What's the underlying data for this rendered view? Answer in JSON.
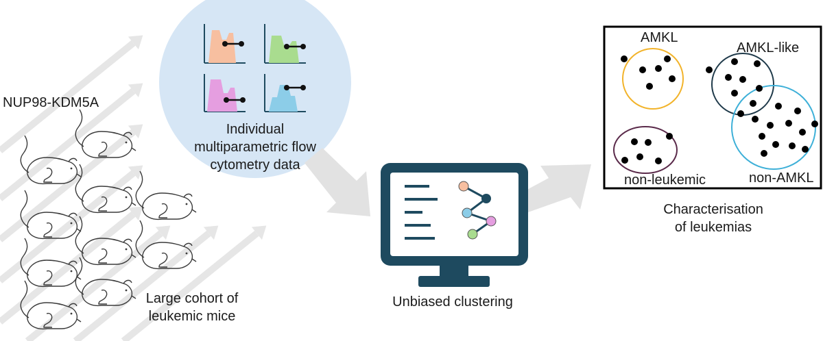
{
  "labels": {
    "nup98": "NUP98-KDM5A",
    "cohort_line1": "Large cohort of",
    "cohort_line2": "leukemic mice",
    "flow_line1": "Individual",
    "flow_line2": "multiparametric flow",
    "flow_line3": "cytometry data",
    "unbiased": "Unbiased clustering",
    "charac_line1": "Characterisation",
    "charac_line2": "of leukemias"
  },
  "clusters": [
    {
      "label": "AMKL",
      "color": "#f2b32a"
    },
    {
      "label": "AMKL-like",
      "color": "#1f3a4a"
    },
    {
      "label": "non-AMKL",
      "color": "#3eb0d8"
    },
    {
      "label": "non-leukemic",
      "color": "#5a2a4a"
    }
  ],
  "histogram_colors": [
    "#f7bfa0",
    "#a9dc8f",
    "#e59ee0",
    "#8ccde8"
  ],
  "network_node_colors": [
    "#f7bfa0",
    "#1e4a5f",
    "#8ccde8",
    "#e59ee0",
    "#a9dc8f"
  ],
  "colors": {
    "monitor": "#1e4a5f",
    "flow_bubble": "#d6e6f5",
    "arrow": "#e2e2e2"
  },
  "icons": [
    "mouse-icon",
    "computer-monitor-icon",
    "network-graph-icon",
    "histogram-icon"
  ]
}
